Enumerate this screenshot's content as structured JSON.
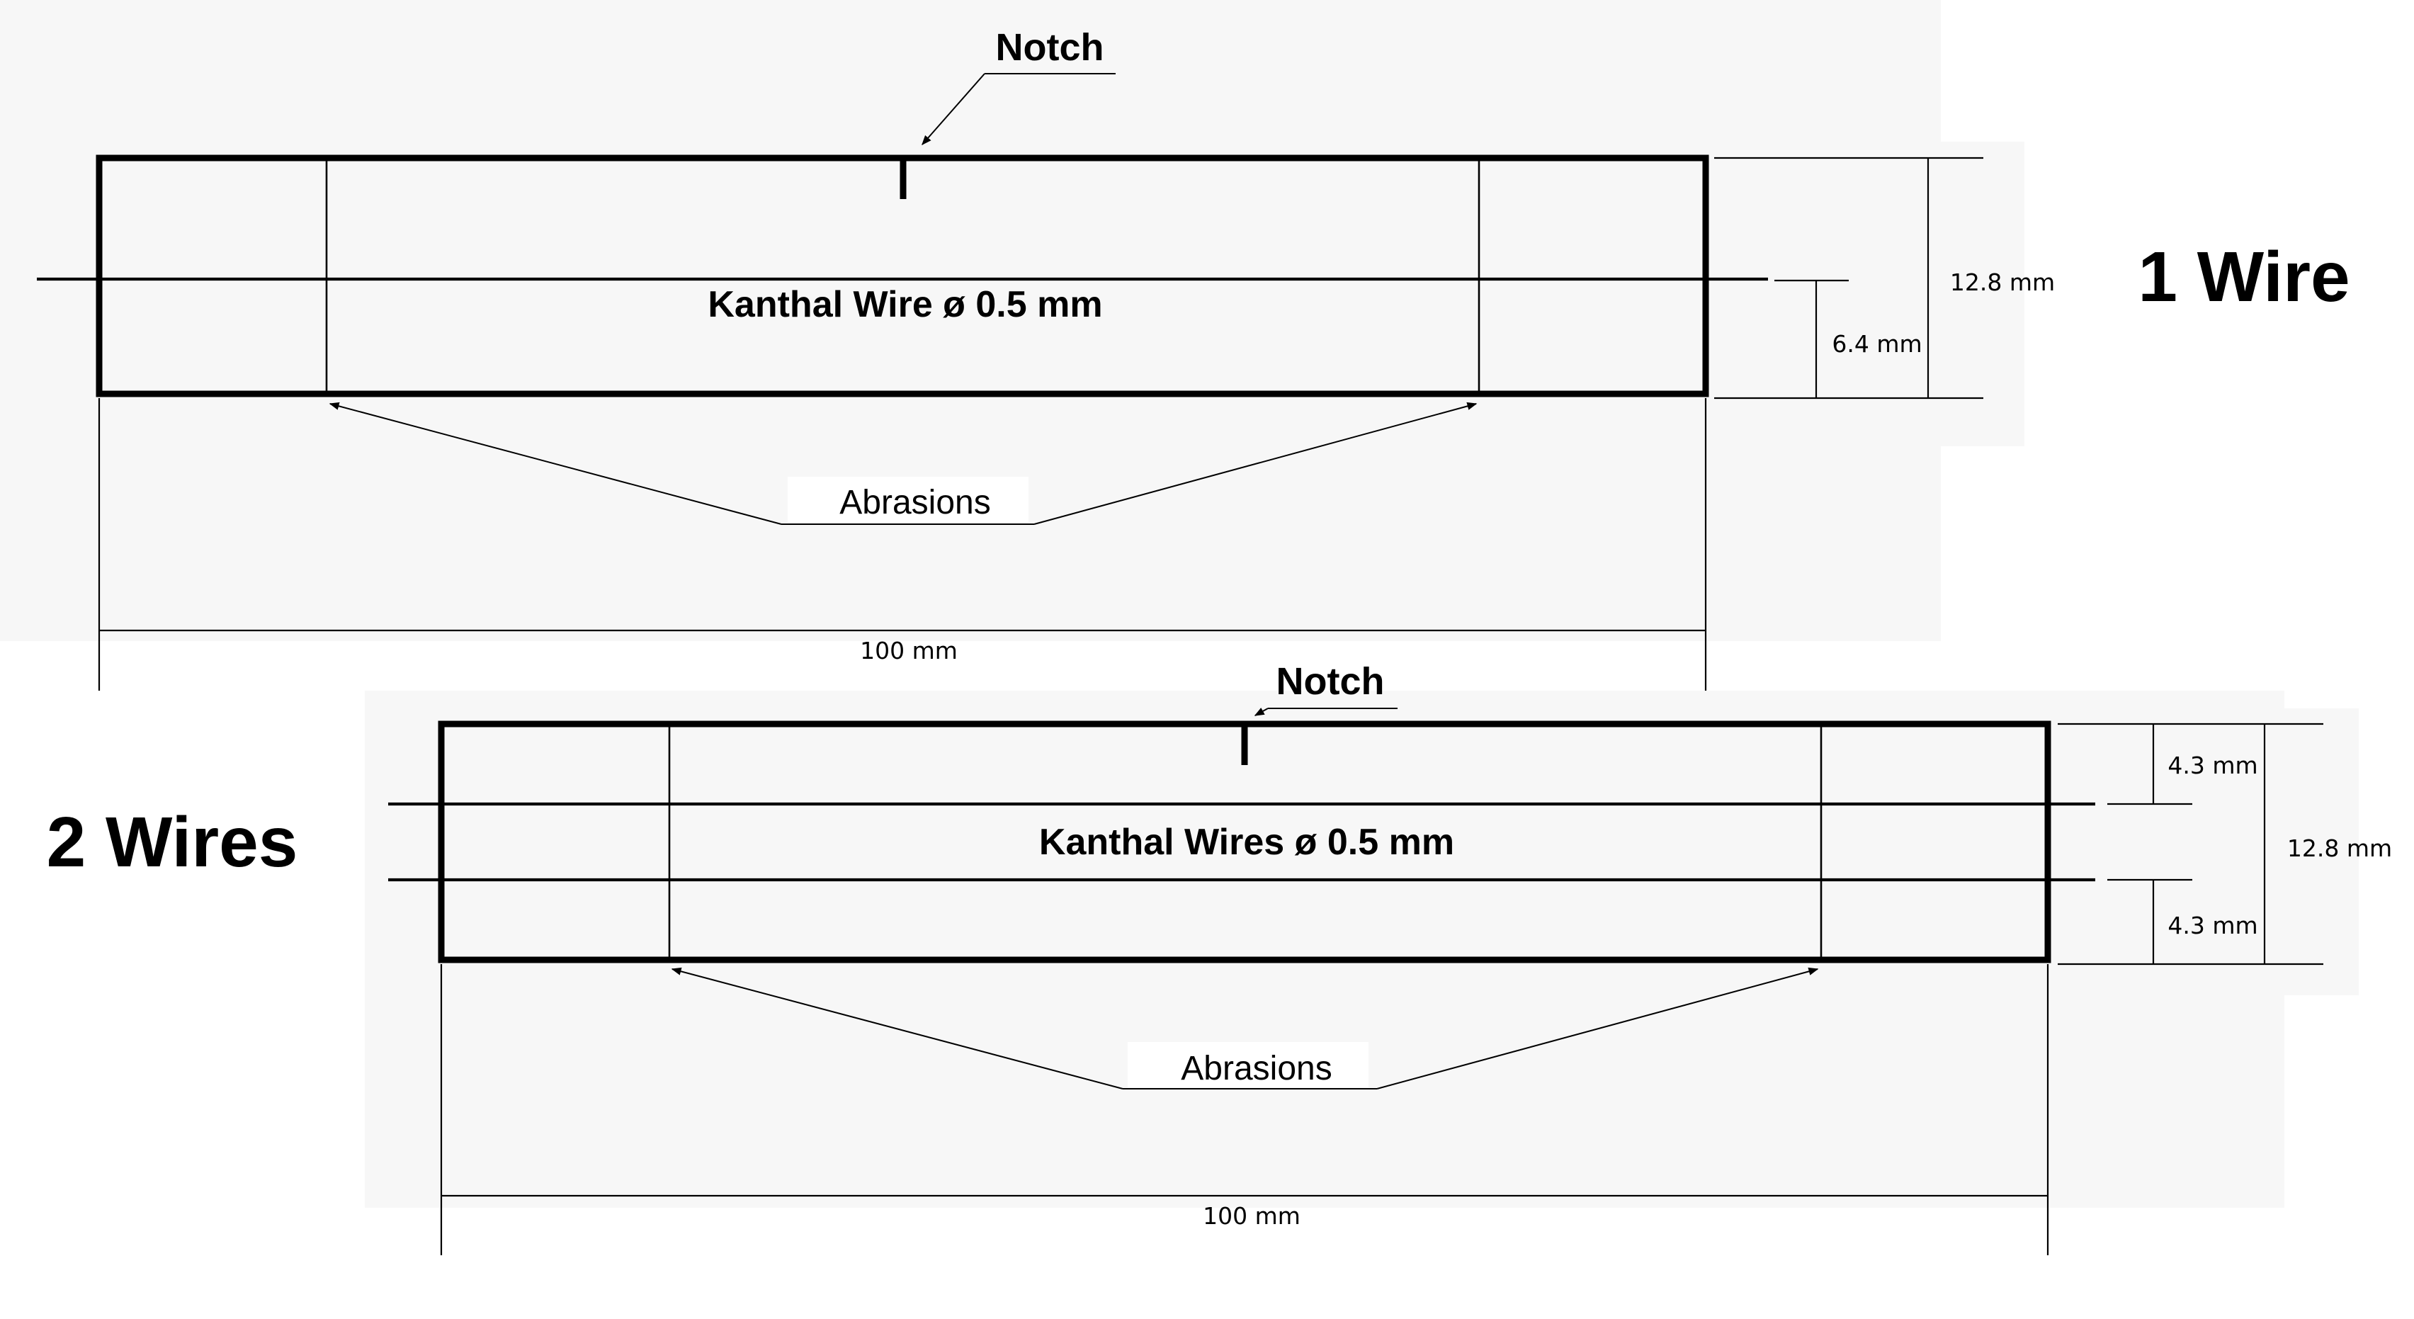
{
  "diagram": {
    "one_wire": {
      "title": "1 Wire",
      "notch_label": "Notch",
      "wire_label": "Kanthal Wire ø 0.5 mm",
      "abrasions_label": "Abrasions",
      "dim_height": "12.8 mm",
      "dim_wire_offset": "6.4 mm",
      "dim_length": "100 mm"
    },
    "two_wires": {
      "title": "2 Wires",
      "notch_label": "Notch",
      "wire_label": "Kanthal Wires ø 0.5 mm",
      "abrasions_label": "Abrasions",
      "dim_height": "12.8 mm",
      "dim_top_offset": "4.3 mm",
      "dim_bottom_offset": "4.3 mm",
      "dim_length": "100 mm"
    }
  }
}
